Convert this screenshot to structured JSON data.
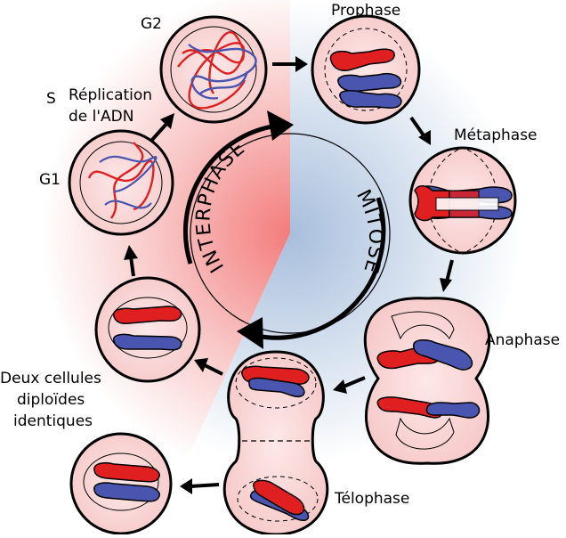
{
  "labels": {
    "g2": "G2",
    "prophase": "Prophase",
    "s": "S",
    "replication_line1": "Réplication",
    "replication_line2": "de l'ADN",
    "g1": "G1",
    "metaphase": "Métaphase",
    "interphase": "INTERPHASE",
    "mitose": "MITOSE",
    "anaphase": "Anaphase",
    "daughters_line1": "Deux cellules",
    "daughters_line2": "diploïdes",
    "daughters_line3": "identiques",
    "telophase": "Télophase"
  },
  "colors": {
    "chromosome_red": "#e02020",
    "chromosome_blue": "#4a55b0",
    "cell_fill": "#fbd9d9",
    "interphase_glow": "#f47c7c",
    "mitosis_glow": "#a8bedc"
  }
}
